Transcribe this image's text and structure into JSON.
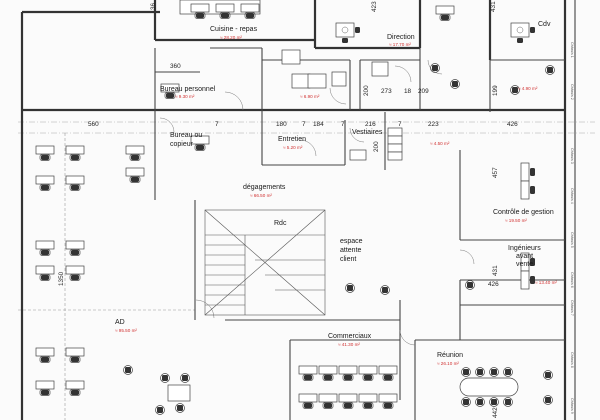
{
  "rooms": {
    "cuisine": {
      "name": "Cuisine - repas",
      "area": "≈ 28.20 m²"
    },
    "direction": {
      "name": "Direction",
      "area": "≈ 17.70 m²"
    },
    "cdv": {
      "name": "Cdv",
      "area": "≈ 4.90 m²"
    },
    "bureau_personnel": {
      "name": "Bureau personnel",
      "area": "≈ 9.30 m²"
    },
    "wc": {
      "area": "≈ 6.90 m²"
    },
    "bureau_copieur": {
      "name_line1": "Bureau ou",
      "name_line2": "copieur"
    },
    "entretien": {
      "name": "Entretien",
      "area": "≈ 5.20 m²"
    },
    "vestiaires": {
      "name": "Vestiaires",
      "area": "≈ 4.50 m²"
    },
    "degagements": {
      "name": "dégagements",
      "area": "≈ 66.50 m²"
    },
    "rdc": {
      "name": "Rdc"
    },
    "espace_attente": {
      "line1": "espace",
      "line2": "attente",
      "line3": "client"
    },
    "controle": {
      "name": "Contrôle de gestion",
      "area": "≈ 19.50 m²"
    },
    "ingenieurs": {
      "line1": "Ingénieurs",
      "line2": "avant",
      "line3": "vente",
      "area": "≈ 13.40 m²"
    },
    "ad": {
      "name": "AD",
      "area": "≈ 95.50 m²"
    },
    "commerciaux": {
      "name": "Commerciaux",
      "area": "≈ 41.30 m²"
    },
    "reunion": {
      "name": "Réunion",
      "area": "≈ 26.10 m²"
    }
  },
  "dimensions": {
    "d423": "423",
    "d431a": "431",
    "d360": "360",
    "d273": "273",
    "d200a": "200",
    "d18": "18",
    "d209": "209",
    "d199": "199",
    "d560": "560",
    "d7a": "7",
    "d180": "180",
    "d7b": "7",
    "d184": "184",
    "d7c": "7",
    "d216": "216",
    "d7d": "7",
    "d223": "223",
    "d426a": "426",
    "d200b": "200",
    "d457": "457",
    "d431b": "431",
    "d426b": "426",
    "d1350": "1350",
    "d442": "442",
    "d36": "36"
  },
  "side_labels": [
    "Châssis 1",
    "Châssis 2",
    "Châssis 3",
    "Châssis 4",
    "Châssis 5",
    "Châssis 6",
    "Châssis 7",
    "Châssis 8",
    "Châssis 9"
  ]
}
